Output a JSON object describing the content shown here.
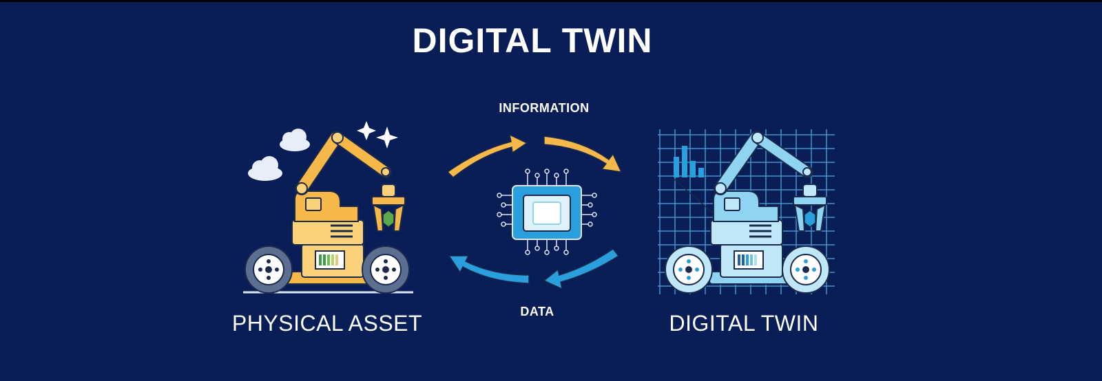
{
  "title": "DIGITAL TWIN",
  "flow": {
    "top_label": "INFORMATION",
    "bottom_label": "DATA"
  },
  "left_panel": {
    "label": "PHYSICAL ASSET"
  },
  "right_panel": {
    "label": "DIGITAL TWIN"
  },
  "colors": {
    "background": "#091d57",
    "physical_accent": "#f7b84a",
    "twin_accent": "#8fd4f0",
    "data_arrow": "#2a9fdd",
    "info_arrow": "#f7b84a",
    "wheel": "#5d6f90"
  }
}
